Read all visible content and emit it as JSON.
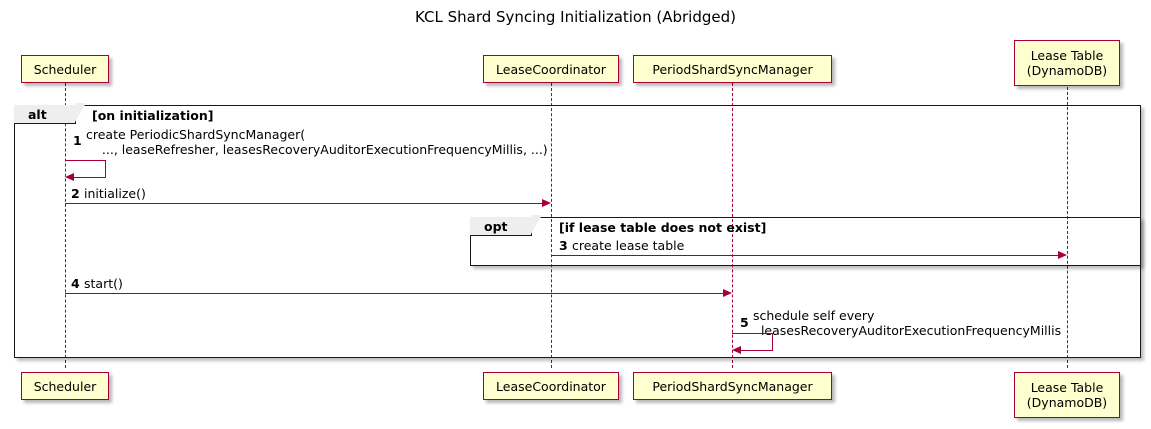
{
  "diagram": {
    "title": "KCL Shard Syncing Initialization (Abridged)",
    "type": "uml-sequence-diagram",
    "colors": {
      "participant_fill": "#FEFECE",
      "participant_border": "#A80036",
      "lifeline": "#A80036",
      "arrow": "#A80036",
      "frame_border": "#181818",
      "frame_label_fill": "#EEEEEE",
      "background": "#FFFFFF"
    }
  },
  "participants": [
    {
      "id": "scheduler",
      "label": "Scheduler",
      "lines": [
        "Scheduler"
      ]
    },
    {
      "id": "lease-coordinator",
      "label": "LeaseCoordinator",
      "lines": [
        "LeaseCoordinator"
      ]
    },
    {
      "id": "period-shard-sync-manager",
      "label": "PeriodShardSyncManager",
      "lines": [
        "PeriodShardSyncManager"
      ]
    },
    {
      "id": "lease-table",
      "label": "Lease Table (DynamoDB)",
      "lines": [
        "Lease Table",
        "(DynamoDB)"
      ]
    }
  ],
  "fragments": [
    {
      "id": "alt",
      "operator": "alt",
      "condition": "[on initialization]"
    },
    {
      "id": "opt",
      "operator": "opt",
      "condition": "[if lease table does not exist]"
    }
  ],
  "messages": [
    {
      "number": "1",
      "from": "scheduler",
      "to": "scheduler",
      "self": true,
      "lines": [
        "create PeriodicShardSyncManager(",
        "    ..., leaseRefresher, leasesRecoveryAuditorExecutionFrequencyMillis, ...)"
      ],
      "text": "create PeriodicShardSyncManager(..., leaseRefresher, leasesRecoveryAuditorExecutionFrequencyMillis, ...)"
    },
    {
      "number": "2",
      "from": "scheduler",
      "to": "lease-coordinator",
      "self": false,
      "lines": [
        "initialize()"
      ],
      "text": "initialize()"
    },
    {
      "number": "3",
      "from": "lease-coordinator",
      "to": "lease-table",
      "self": false,
      "lines": [
        "create lease table"
      ],
      "text": "create lease table"
    },
    {
      "number": "4",
      "from": "scheduler",
      "to": "period-shard-sync-manager",
      "self": false,
      "lines": [
        "start()"
      ],
      "text": "start()"
    },
    {
      "number": "5",
      "from": "period-shard-sync-manager",
      "to": "period-shard-sync-manager",
      "self": true,
      "lines": [
        "schedule self every",
        "  leasesRecoveryAuditorExecutionFrequencyMillis"
      ],
      "text": "schedule self every leasesRecoveryAuditorExecutionFrequencyMillis"
    }
  ]
}
